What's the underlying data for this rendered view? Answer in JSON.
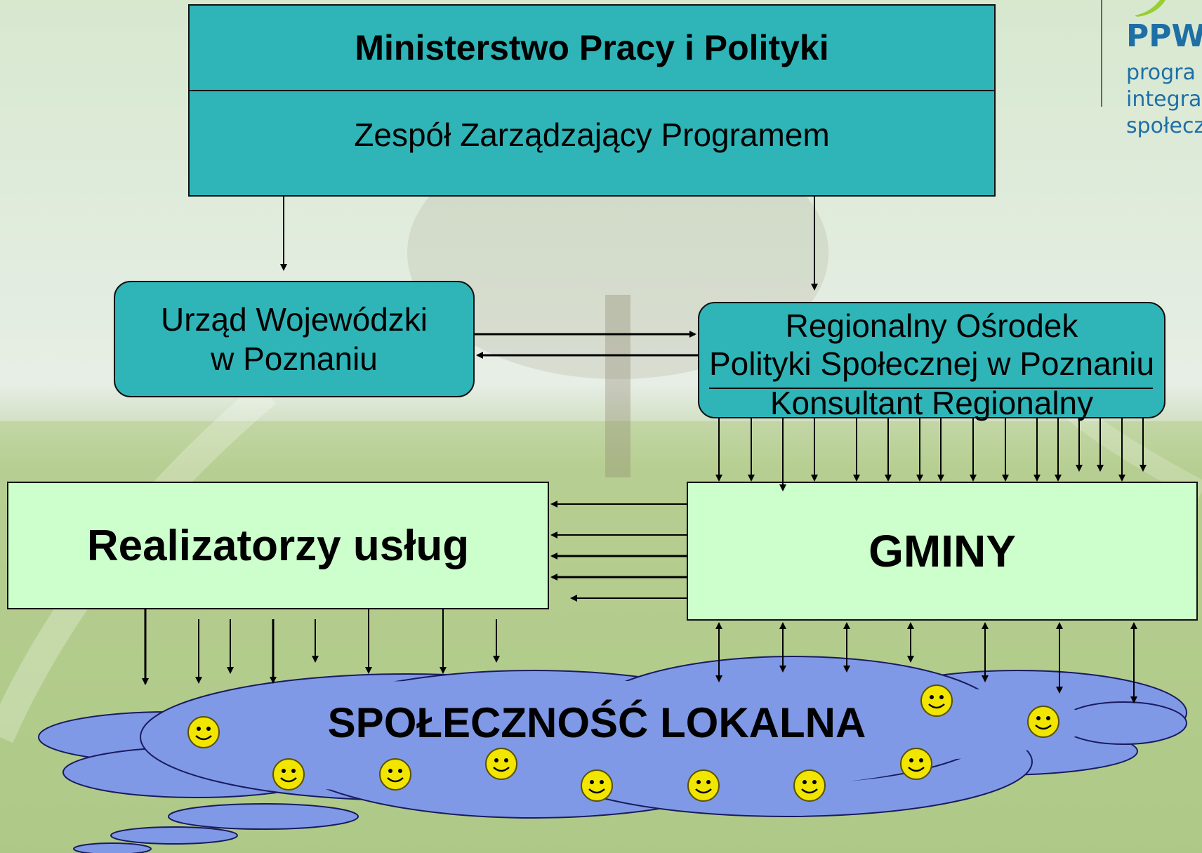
{
  "ministry": {
    "title": "Ministerstwo Pracy i Polityki",
    "subtitle": "Zespół Zarządzający Programem"
  },
  "urzad": {
    "line1": "Urząd Wojewódzki",
    "line2": "w Poznaniu"
  },
  "rops": {
    "line1": "Regionalny Ośrodek",
    "line2": "Polityki Społecznej w Poznaniu",
    "line3": "Konsultant Regionalny"
  },
  "realizatorzy": {
    "label": "Realizatorzy usług"
  },
  "gminy": {
    "label": "GMINY"
  },
  "cloud": {
    "label": "SPOŁECZNOŚĆ LOKALNA"
  },
  "logo": {
    "name": "PPW",
    "line1": "progra",
    "line2": "integra",
    "line3": "społecz"
  },
  "colors": {
    "teal": "#2fb5b8",
    "mint": "#ccffcc",
    "cloud": "#7f99e6",
    "smiley": "#f2e600",
    "logo_blue": "#1e6fa6"
  }
}
